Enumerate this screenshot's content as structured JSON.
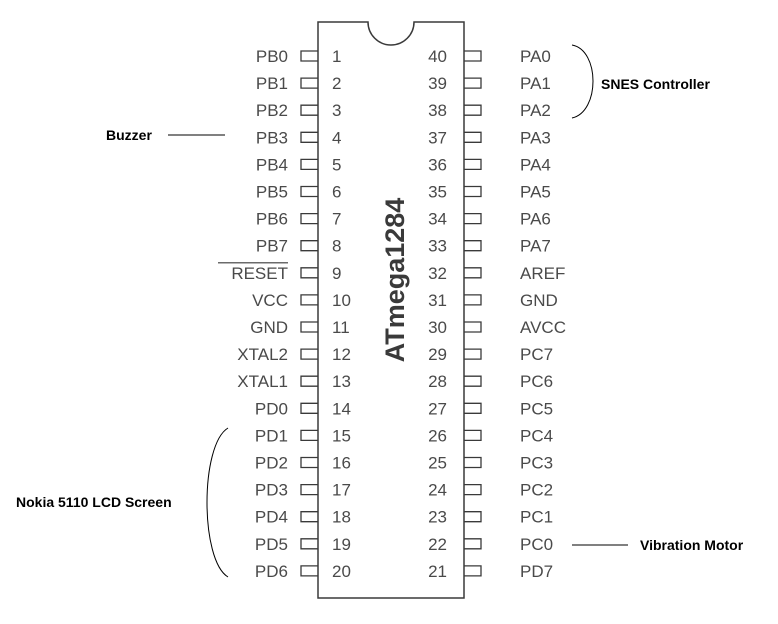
{
  "chip": {
    "name": "ATmega1284",
    "left_pins": [
      {
        "num": "1",
        "label": "PB0"
      },
      {
        "num": "2",
        "label": "PB1"
      },
      {
        "num": "3",
        "label": "PB2"
      },
      {
        "num": "4",
        "label": "PB3"
      },
      {
        "num": "5",
        "label": "PB4"
      },
      {
        "num": "6",
        "label": "PB5"
      },
      {
        "num": "7",
        "label": "PB6"
      },
      {
        "num": "8",
        "label": "PB7"
      },
      {
        "num": "9",
        "label": "RESET",
        "overline": true
      },
      {
        "num": "10",
        "label": "VCC"
      },
      {
        "num": "11",
        "label": "GND"
      },
      {
        "num": "12",
        "label": "XTAL2"
      },
      {
        "num": "13",
        "label": "XTAL1"
      },
      {
        "num": "14",
        "label": "PD0"
      },
      {
        "num": "15",
        "label": "PD1"
      },
      {
        "num": "16",
        "label": "PD2"
      },
      {
        "num": "17",
        "label": "PD3"
      },
      {
        "num": "18",
        "label": "PD4"
      },
      {
        "num": "19",
        "label": "PD5"
      },
      {
        "num": "20",
        "label": "PD6"
      }
    ],
    "right_pins": [
      {
        "num": "40",
        "label": "PA0"
      },
      {
        "num": "39",
        "label": "PA1"
      },
      {
        "num": "38",
        "label": "PA2"
      },
      {
        "num": "37",
        "label": "PA3"
      },
      {
        "num": "36",
        "label": "PA4"
      },
      {
        "num": "35",
        "label": "PA5"
      },
      {
        "num": "34",
        "label": "PA6"
      },
      {
        "num": "33",
        "label": "PA7"
      },
      {
        "num": "32",
        "label": "AREF"
      },
      {
        "num": "31",
        "label": "GND"
      },
      {
        "num": "30",
        "label": "AVCC"
      },
      {
        "num": "29",
        "label": "PC7"
      },
      {
        "num": "28",
        "label": "PC6"
      },
      {
        "num": "27",
        "label": "PC5"
      },
      {
        "num": "26",
        "label": "PC4"
      },
      {
        "num": "25",
        "label": "PC3"
      },
      {
        "num": "24",
        "label": "PC2"
      },
      {
        "num": "23",
        "label": "PC1"
      },
      {
        "num": "22",
        "label": "PC0"
      },
      {
        "num": "21",
        "label": "PD7"
      }
    ]
  },
  "annotations": {
    "buzzer": {
      "label": "Buzzer",
      "pins": [
        "PB3"
      ]
    },
    "snes": {
      "label": "SNES Controller",
      "pins": [
        "PA0",
        "PA1",
        "PA2"
      ]
    },
    "lcd": {
      "label": "Nokia 5110 LCD Screen",
      "pins": [
        "PD1",
        "PD2",
        "PD3",
        "PD4",
        "PD5",
        "PD6"
      ]
    },
    "vibration": {
      "label": "Vibration Motor",
      "pins": [
        "PC0"
      ]
    }
  },
  "colors": {
    "outline": "#3a3a3a",
    "pin_text": "#4a4a4a",
    "annotation_text": "#000000"
  }
}
